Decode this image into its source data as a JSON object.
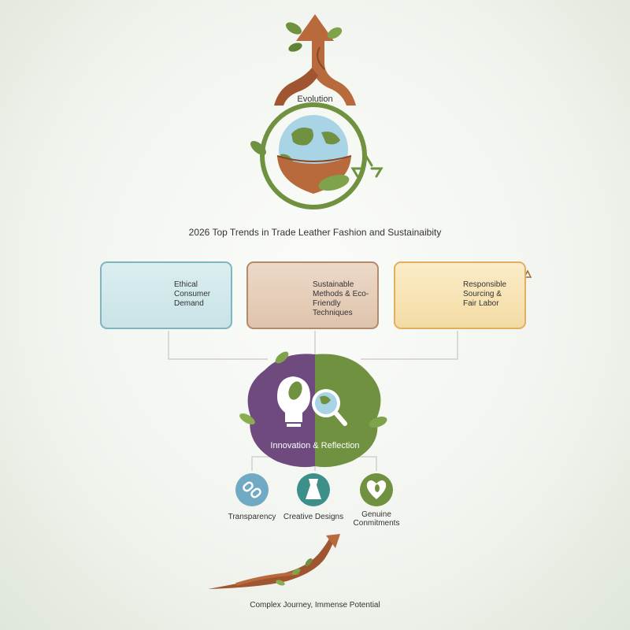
{
  "header": {
    "evolution_label": "Evolution",
    "title": "2026 Top Trends in Trade Leather Fashion and Sustainaibity"
  },
  "cards": [
    {
      "label": "Ethical\nConsumer\nDemand",
      "color": "#7fb5bf"
    },
    {
      "label": "Sustainable\nMethods & Eco-Friendly\nTechniques",
      "color": "#b58a69"
    },
    {
      "label": "Responsible\nSourcing &\nFair Labor",
      "color": "#e0b060"
    }
  ],
  "center": {
    "label": "Innovation & Reflection",
    "colors": {
      "left": "#6e4a7e",
      "right": "#6f9140"
    }
  },
  "outcomes": [
    {
      "label": "Transparency",
      "color": "#6fa9c4",
      "icon": "chain-link-icon"
    },
    {
      "label": "Creative Designs",
      "color": "#3d8f8a",
      "icon": "dress-icon"
    },
    {
      "label": "Genuine\nConmitments",
      "color": "#6f9140",
      "icon": "heart-leaf-icon"
    }
  ],
  "footer": {
    "label": "Complex Journey, Immense Potential"
  }
}
